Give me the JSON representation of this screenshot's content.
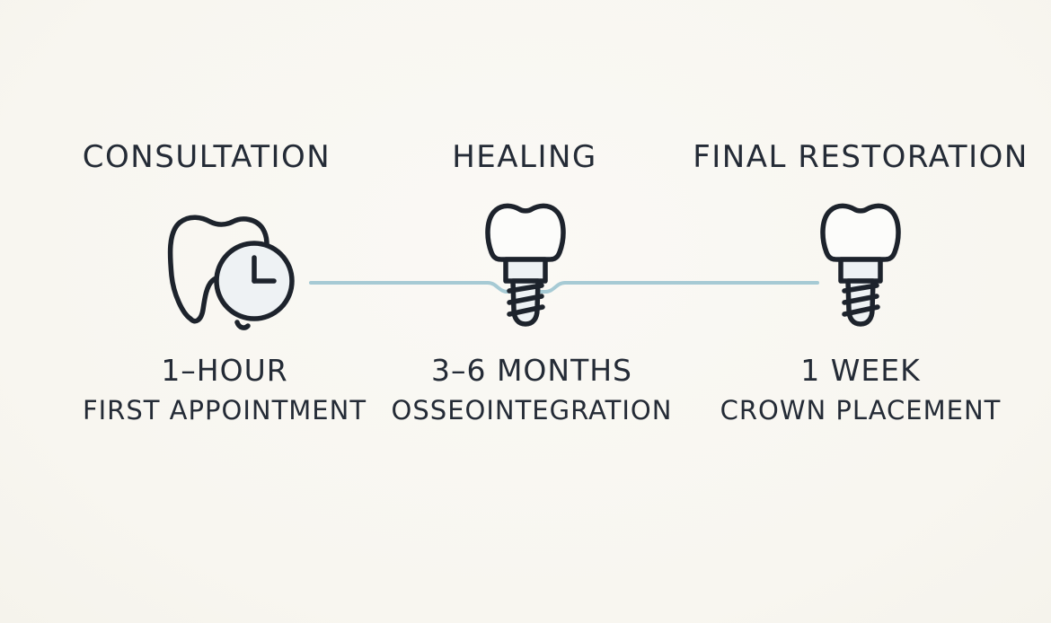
{
  "page": {
    "background_color": "#f9f7f2",
    "text_color": "#242b36",
    "timeline_color": "#a6cad4"
  },
  "stages": [
    {
      "title": "CONSULTATION",
      "icon": "tooth-with-clock-icon",
      "duration": "1–HOUR",
      "detail": "FIRST APPOINTMENT"
    },
    {
      "title": "HEALING",
      "icon": "dental-implant-icon",
      "duration": "3–6 MONTHS",
      "detail": "OSSEOINTEGRATION"
    },
    {
      "title": "FINAL RESTORATION",
      "icon": "dental-implant-icon",
      "duration": "1 WEEK",
      "detail": "CROWN PLACEMENT"
    }
  ]
}
